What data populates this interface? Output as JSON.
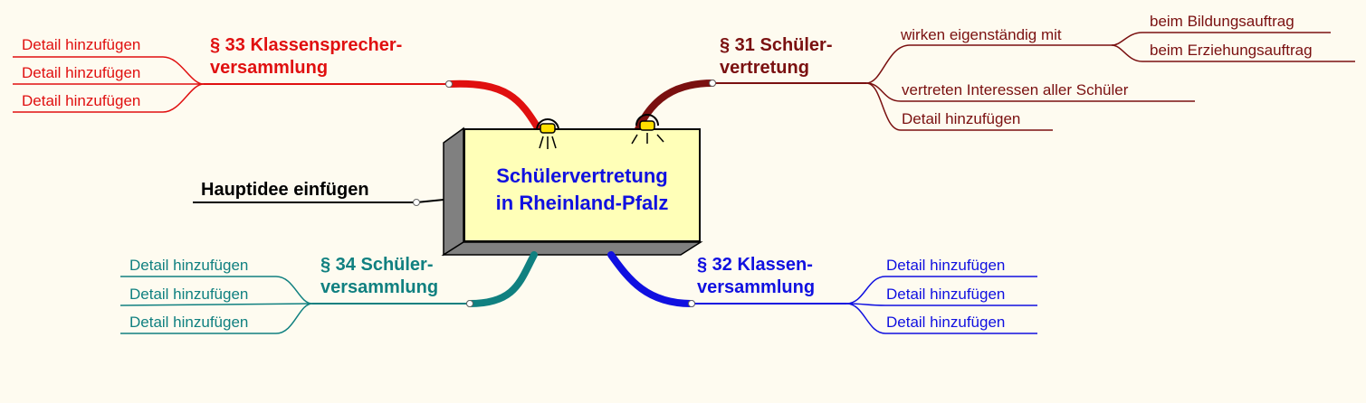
{
  "colors": {
    "background": "#fefbf0",
    "center_text": "#1010e0",
    "s33": "#e01010",
    "s31": "#7a1010",
    "s34": "#108080",
    "s32": "#1010e0",
    "hauptidee": "#000000"
  },
  "center": {
    "line1": "Schülervertretung",
    "line2": "in Rheinland-Pfalz"
  },
  "branches": {
    "s33": {
      "title1": "§ 33 Klassensprecher-",
      "title2": "versammlung",
      "details": [
        "Detail hinzufügen",
        "Detail hinzufügen",
        "Detail hinzufügen"
      ]
    },
    "s31": {
      "title1": "§ 31 Schüler-",
      "title2": "vertretung",
      "sub1": "wirken eigenständig mit",
      "sub1_children": [
        "beim Bildungsauftrag",
        "beim Erziehungsauftrag"
      ],
      "sub2": "vertreten Interessen aller Schüler",
      "sub3": "Detail hinzufügen"
    },
    "s34": {
      "title1": "§ 34 Schüler-",
      "title2": "versammlung",
      "details": [
        "Detail hinzufügen",
        "Detail hinzufügen",
        "Detail hinzufügen"
      ]
    },
    "s32": {
      "title1": "§ 32 Klassen-",
      "title2": "versammlung",
      "details": [
        "Detail hinzufügen",
        "Detail hinzufügen",
        "Detail hinzufügen"
      ]
    },
    "hauptidee": {
      "label": "Hauptidee einfügen"
    }
  }
}
